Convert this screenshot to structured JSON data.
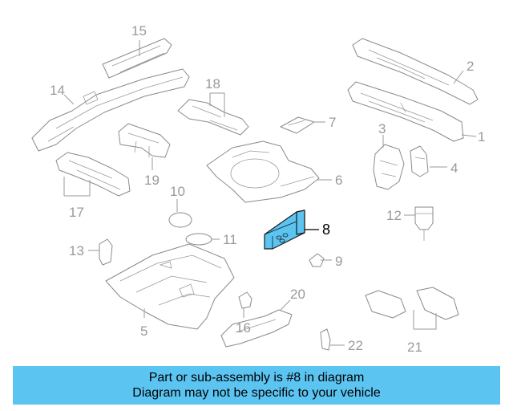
{
  "diagram": {
    "callouts": {
      "c1": "1",
      "c2": "2",
      "c3": "3",
      "c4": "4",
      "c5": "5",
      "c6": "6",
      "c7": "7",
      "c8": "8",
      "c9": "9",
      "c10": "10",
      "c11": "11",
      "c12": "12",
      "c13": "13",
      "c14": "14",
      "c15": "15",
      "c16": "16",
      "c17": "17",
      "c18": "18",
      "c19": "19",
      "c20": "20",
      "c21": "21",
      "c22": "22"
    },
    "highlighted_part": "8",
    "colors": {
      "highlight": "#5bc4f1",
      "line": "#8a8a8a",
      "banner": "#5bc4f1"
    }
  },
  "banner": {
    "line1": "Part or sub-assembly is #8 in diagram",
    "line2": "Diagram may not be specific to your vehicle"
  }
}
